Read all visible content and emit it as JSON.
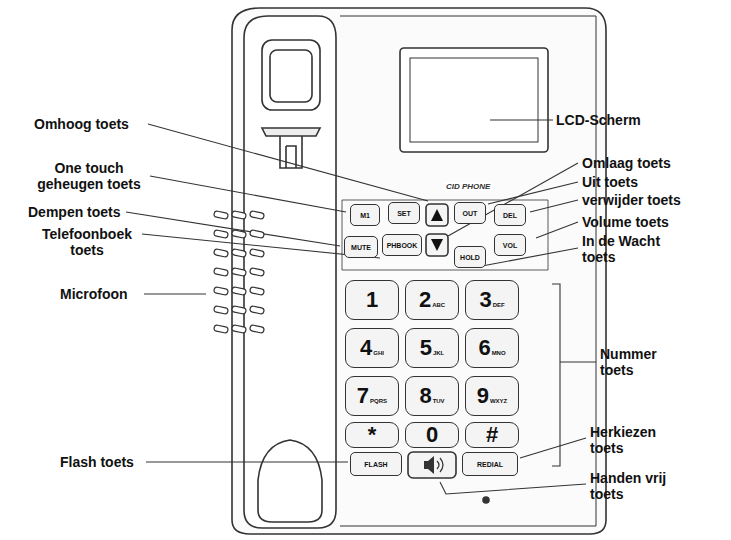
{
  "diagram": {
    "nodes": [
      {
        "text": [
          "M1"
        ]
      },
      {
        "text": [
          "SET"
        ]
      },
      {
        "text": [
          "OUT"
        ]
      },
      {
        "text": [
          "DEL"
        ]
      },
      {
        "text": [
          "MUTE"
        ]
      },
      {
        "text": [
          "PHBOOK"
        ]
      },
      {
        "text": [
          "HOLD"
        ]
      },
      {
        "text": [
          "VOL"
        ]
      },
      {
        "text": [
          "1"
        ]
      },
      {
        "text": [
          "2",
          "ABC"
        ]
      },
      {
        "text": [
          "3",
          "DEF"
        ]
      },
      {
        "text": [
          "4",
          "GHI"
        ]
      },
      {
        "text": [
          "5",
          "JKL"
        ]
      },
      {
        "text": [
          "6",
          "MNO"
        ]
      },
      {
        "text": [
          "7",
          "PQRS"
        ]
      },
      {
        "text": [
          "8",
          "TUV"
        ]
      },
      {
        "text": [
          "9",
          "WXYZ"
        ]
      },
      {
        "text": [
          "*"
        ]
      },
      {
        "text": [
          "0"
        ]
      },
      {
        "text": [
          "#"
        ]
      },
      {
        "text": [
          "FLASH"
        ]
      },
      {
        "text": [
          "REDIAL"
        ]
      }
    ],
    "labels": [
      "Omhoog toets",
      "One touch geheugen toets",
      "Dempen toets",
      "Telefoonboek toets",
      "Microfoon",
      "Flash toets",
      "LCD-Scherm",
      "Omlaag toets",
      "Uit toets",
      "verwijder toets",
      "Volume toets",
      "In de Wacht toets",
      "Nummer toets",
      "Herkiezen toets",
      "Handen vrij toets",
      "CID PHONE"
    ]
  }
}
